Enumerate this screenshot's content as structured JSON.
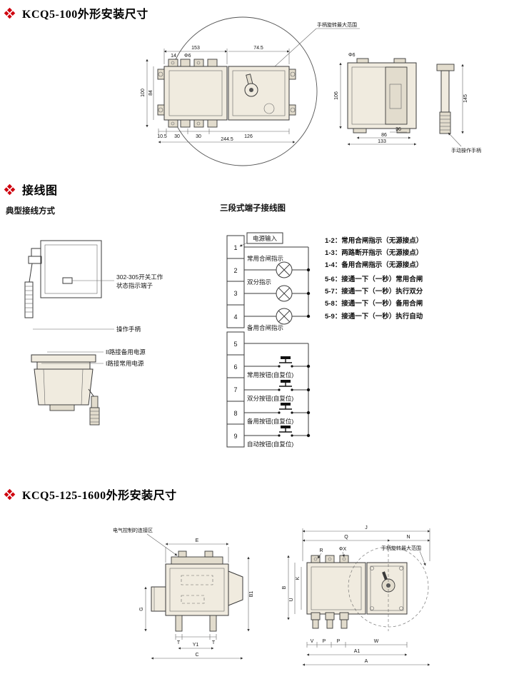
{
  "page": {
    "background": "#ffffff",
    "accent_red": "#cf000e"
  },
  "sections": {
    "s1": {
      "title": "KCQ5-100外形安装尺寸",
      "callouts": {
        "handle_range": "手柄旋转最大范围",
        "manual_handle": "手动操作手柄"
      },
      "dims": {
        "w_left": "153",
        "w_right": "74.5",
        "w_tab": "14",
        "hole_top": "Φ6",
        "h_outer": "100",
        "h_inner": "84",
        "b1": "10.5",
        "b2": "30",
        "b3": "30",
        "b4": "126",
        "b_total": "244.5",
        "side_h": "106",
        "side_a": "36",
        "side_hole": "Φ6",
        "side_w": "86",
        "side_total": "133",
        "handle_h": "145"
      }
    },
    "s2": {
      "title": "接线图",
      "left": {
        "subtitle": "典型接线方式",
        "callouts": {
          "indicator_line1": "302-305开关工作",
          "indicator_line2": "状态指示端子",
          "handle": "操作手柄",
          "backup_supply": "II路接备用电源",
          "main_supply": "I路接常用电源"
        }
      },
      "right": {
        "subtitle": "三段式端子接线图",
        "power_in": "电源输入",
        "terminals": [
          "1",
          "2",
          "3",
          "4",
          "5",
          "6",
          "7",
          "8",
          "9"
        ],
        "lamp_labels": [
          "常用合闸指示",
          "双分指示",
          "备用合闸指示"
        ],
        "button_labels": [
          "常用按钮(自复位)",
          "双分按钮(自复位)",
          "备用按钮(自复位)",
          "自动按钮(自复位)"
        ],
        "notes": [
          "1-2：常用合闸指示（无源接点）",
          "1-3：两路断开指示（无源接点）",
          "1-4：备用合闸指示（无源接点）",
          "5-6：接通一下（一秒）常用合闸",
          "5-7：接通一下（一秒）执行双分",
          "5-8：接通一下（一秒）备用合闸",
          "5-9：接通一下（一秒）执行自动"
        ]
      }
    },
    "s3": {
      "title": "KCQ5-125-1600外形安装尺寸",
      "callouts": {
        "elec_zone": "电气控制的连接区",
        "handle_range": "手柄旋转最大范围"
      },
      "left_dims": {
        "e": "E",
        "b1": "B1",
        "g": "G",
        "t1": "T",
        "t2": "T",
        "y1": "Y1",
        "c": "C"
      },
      "right_dims": {
        "j": "J",
        "q": "Q",
        "n": "N",
        "r": "R",
        "phix": "ΦX",
        "b": "B",
        "u": "U",
        "k": "K",
        "v": "V",
        "p1": "P",
        "p2": "P",
        "w": "W",
        "a1": "A1",
        "a": "A"
      }
    }
  }
}
